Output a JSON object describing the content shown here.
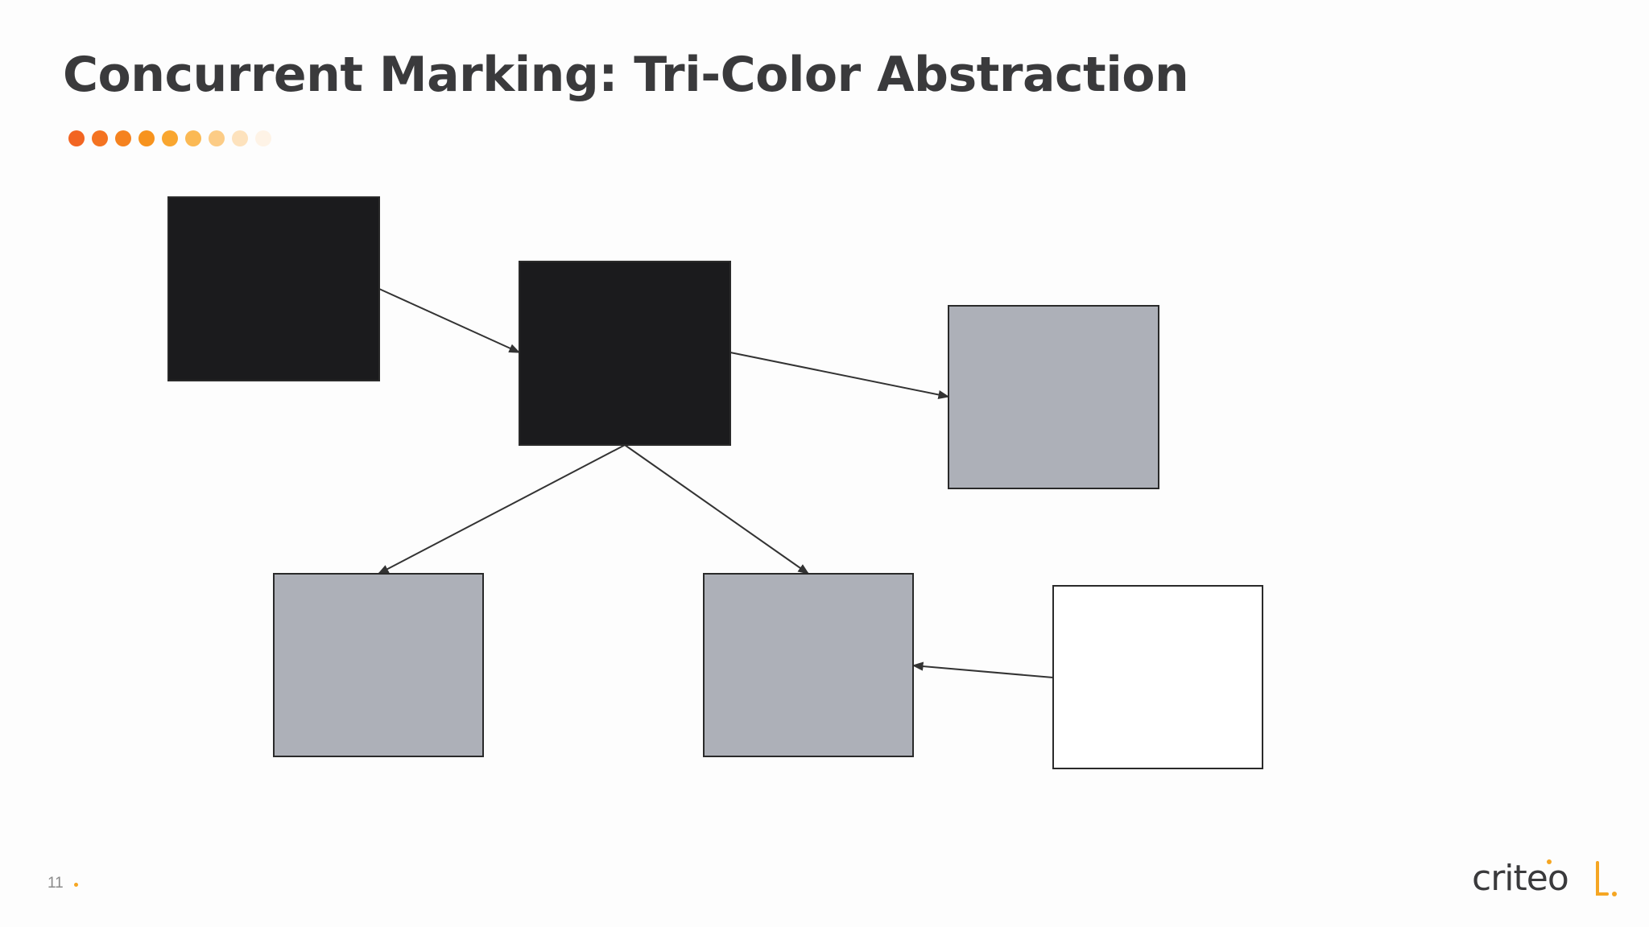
{
  "slide": {
    "title": "Concurrent Marking: Tri-Color Abstraction",
    "page_number": "11",
    "logo_text": "criteo"
  },
  "colors": {
    "title": "#3a3a3c",
    "black_object": "#1b1b1d",
    "gray_object": "#adb0b8",
    "white_object": "#ffffff",
    "edge": "#333333",
    "accent": "#f5a623",
    "progress_dots": [
      "#f26522",
      "#f47321",
      "#f5821f",
      "#f7931e",
      "#f9a62f",
      "#fbb954",
      "#fccc86",
      "#fde2bd",
      "#fef3e6"
    ]
  },
  "diagram": {
    "nodes": [
      {
        "id": "obj-a",
        "color": "black"
      },
      {
        "id": "obj-b",
        "color": "black"
      },
      {
        "id": "obj-c",
        "color": "gray"
      },
      {
        "id": "obj-d",
        "color": "gray"
      },
      {
        "id": "obj-e",
        "color": "gray"
      },
      {
        "id": "obj-f",
        "color": "white"
      }
    ],
    "edges": [
      {
        "from": "obj-a",
        "to": "obj-b"
      },
      {
        "from": "obj-b",
        "to": "obj-c"
      },
      {
        "from": "obj-b",
        "to": "obj-d"
      },
      {
        "from": "obj-b",
        "to": "obj-e"
      },
      {
        "from": "obj-f",
        "to": "obj-e"
      }
    ]
  },
  "icons": {
    "logo": "criteo-logo-icon"
  }
}
